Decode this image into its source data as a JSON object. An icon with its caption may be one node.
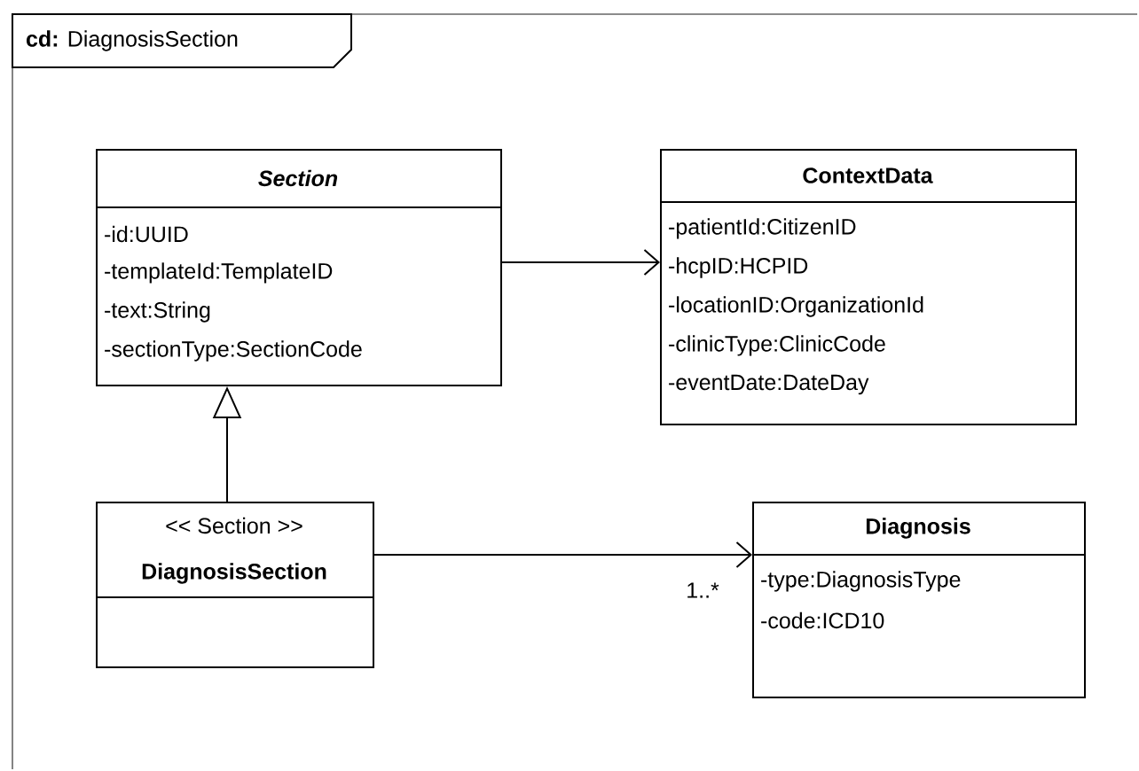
{
  "diagram": {
    "nodes": [
      {
        "text": [
          "**cd:** DiagnosisSection"
        ]
      },
      {
        "text": [
          "Section",
          "-id:UUID",
          "-templateId:TemplateID",
          "-text:String",
          "-sectionType:SectionCode"
        ],
        "in": 0
      },
      {
        "text": [
          "ContextData",
          "-patientId:CitizenID",
          "-hcpID:HCPID",
          "-locationID:OrganizationId",
          "-clinicType:ClinicCode",
          "-eventDate:DateDay"
        ],
        "in": 0
      },
      {
        "text": [
          "<< Section >>",
          "DiagnosisSection"
        ],
        "in": 0
      },
      {
        "text": [
          "Diagnosis",
          "-type:DiagnosisType",
          "-code:ICD10"
        ],
        "in": 0
      }
    ],
    "edges": [
      {
        "from": 1,
        "to": 2,
        "arrow": "to"
      },
      {
        "from": 3,
        "to": 1,
        "arrow": "to"
      },
      {
        "from": 3,
        "to": 4,
        "arrow": "to",
        "label": "1..*"
      }
    ]
  }
}
